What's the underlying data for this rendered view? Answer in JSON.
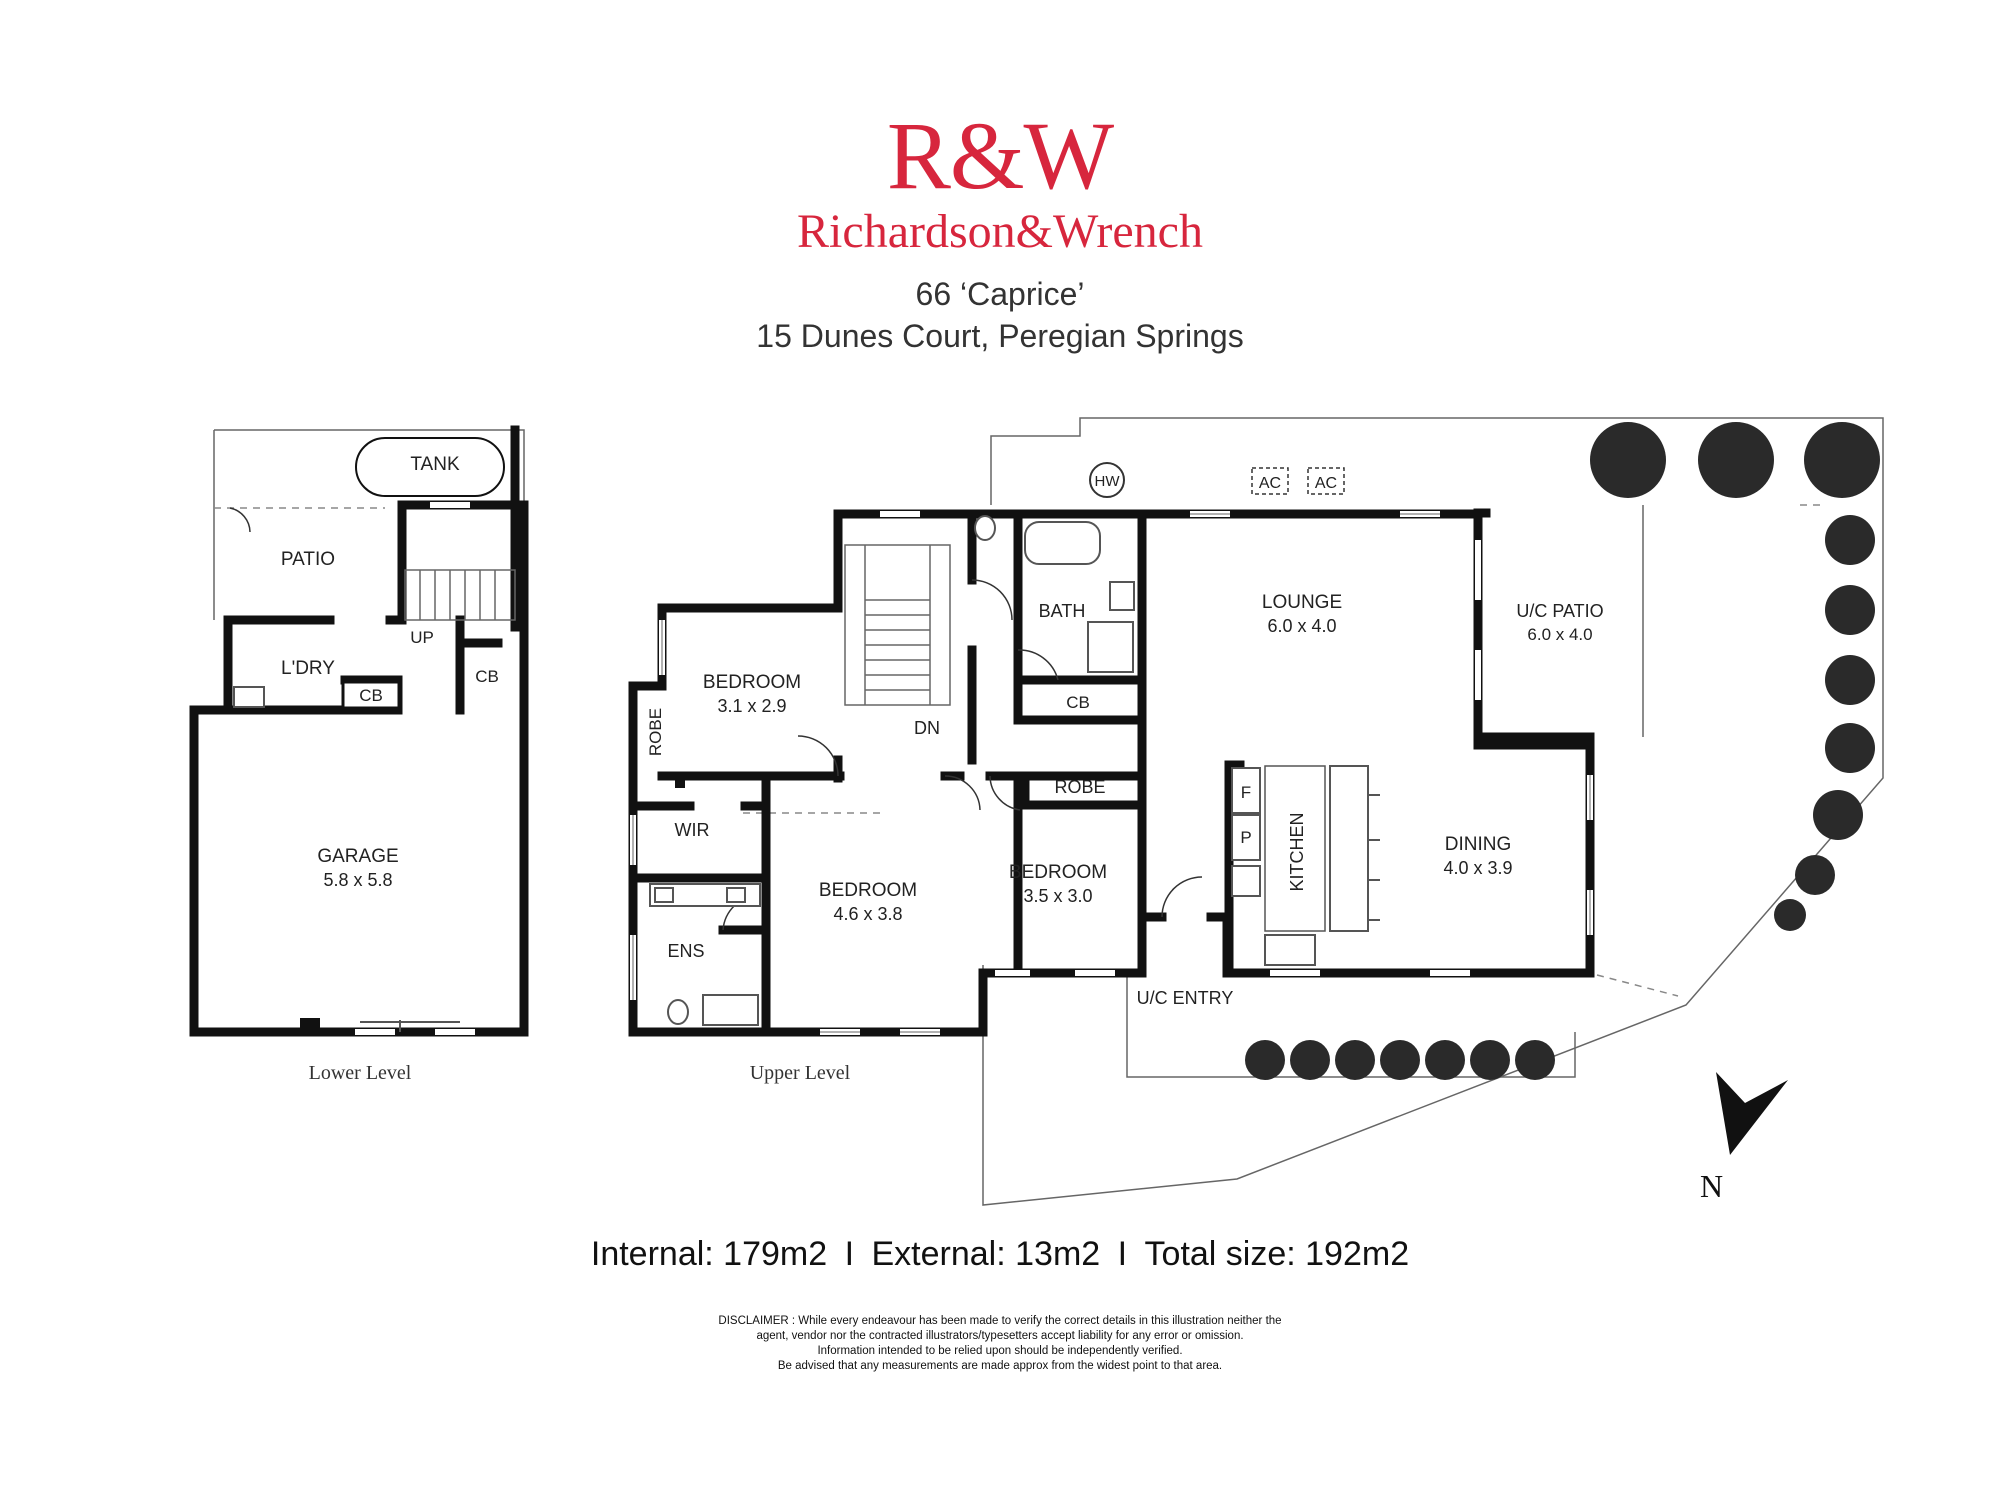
{
  "header": {
    "brand_mark": "R&W",
    "brand_name": "Richardson&Wrench",
    "address_line1": "66 ‘Caprice’",
    "address_line2": "15 Dunes Court, Peregian Springs"
  },
  "lower_level": {
    "caption": "Lower Level",
    "rooms": {
      "tank": "TANK",
      "patio": "PATIO",
      "laundry": "L'DRY",
      "cb1": "CB",
      "cb2": "CB",
      "up": "UP",
      "garage": "GARAGE",
      "garage_size": "5.8 x 5.8"
    }
  },
  "upper_level": {
    "caption": "Upper Level",
    "rooms": {
      "hw": "HW",
      "ac1": "AC",
      "ac2": "AC",
      "bath": "BATH",
      "cb": "CB",
      "lounge": "LOUNGE",
      "lounge_size": "6.0 x 4.0",
      "uc_patio": "U/C PATIO",
      "uc_patio_size": "6.0 x 4.0",
      "bedroom1": "BEDROOM",
      "bedroom1_size": "3.1 x 2.9",
      "robe1": "ROBE",
      "dn": "DN",
      "wir": "WIR",
      "bedroom2": "BEDROOM",
      "bedroom2_size": "4.6 x 3.8",
      "ens": "ENS",
      "robe2": "ROBE",
      "bedroom3": "BEDROOM",
      "bedroom3_size": "3.5 x 3.0",
      "fridge": "F",
      "pantry": "P",
      "kitchen": "KITCHEN",
      "dining": "DINING",
      "dining_size": "4.0 x 3.9",
      "uc_entry": "U/C ENTRY"
    }
  },
  "north_label": "N",
  "sizes": {
    "internal": "Internal: 179m2",
    "external": "External: 13m2",
    "total": "Total size: 192m2",
    "separator": "I"
  },
  "disclaimer": [
    "DISCLAIMER : While every endeavour has been made to verify the correct details in this illustration neither the",
    "agent, vendor nor the contracted illustrators/typesetters accept liability for any error or omission.",
    "Information intended to be relied upon should be independently verified.",
    "Be advised that any measurements are made approx from the widest point to that area."
  ],
  "colors": {
    "brand": "#d7263d",
    "wall": "#111111",
    "shrub": "#2a2a2a"
  }
}
